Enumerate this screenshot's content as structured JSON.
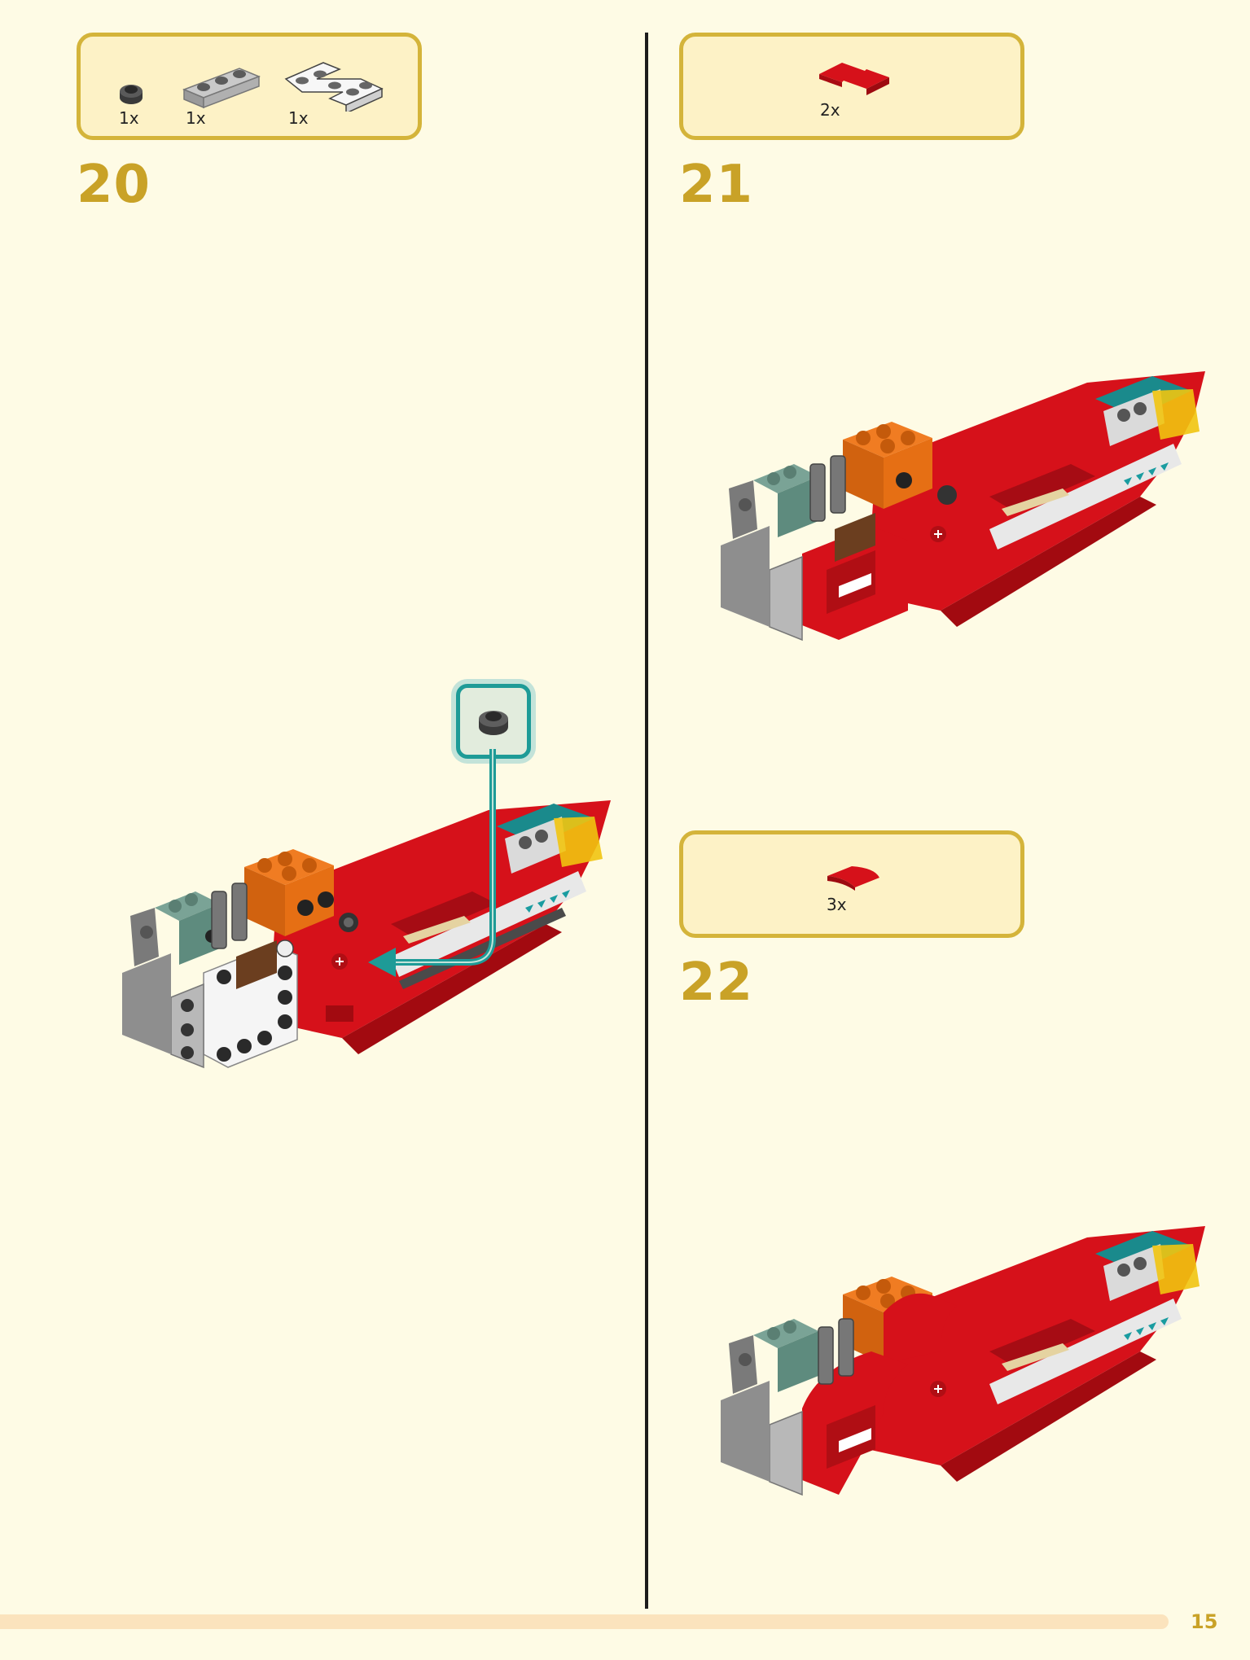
{
  "steps": [
    {
      "number": "20",
      "parts": [
        {
          "icon": "dark-gray-round-plate-icon",
          "qty": "1x"
        },
        {
          "icon": "light-gray-1x3-plate-icon",
          "qty": "1x"
        },
        {
          "icon": "white-corner-plate-icon",
          "qty": "1x"
        }
      ]
    },
    {
      "number": "21",
      "parts": [
        {
          "icon": "red-corner-tile-icon",
          "qty": "2x"
        }
      ]
    },
    {
      "number": "22",
      "parts": [
        {
          "icon": "red-curved-slope-icon",
          "qty": "3x"
        }
      ]
    }
  ],
  "page_number": "15",
  "colors": {
    "background": "#fefbe5",
    "box_border": "#d4b43a",
    "box_fill": "#fdf2c6",
    "step_number": "#c9a227",
    "callout_border": "#1e9b97",
    "hull_red": "#d6111a",
    "orange": "#f07c22",
    "sand_green": "#7aa396",
    "teal": "#1a8a8c"
  }
}
